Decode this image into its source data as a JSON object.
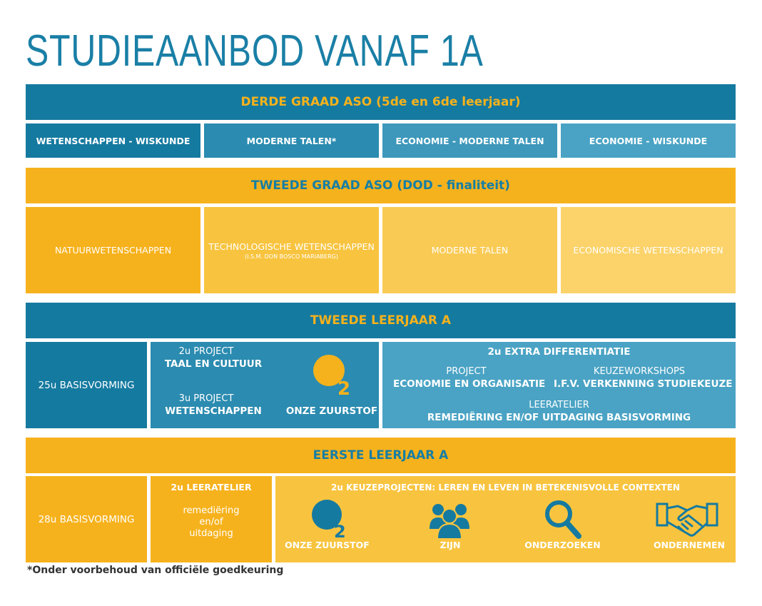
{
  "title": "STUDIEAANBOD VANAF 1A",
  "derde_graad": {
    "header": "DERDE GRAAD ASO (5de en 6de leerjaar)",
    "options": [
      "WETENSCHAPPEN - WISKUNDE",
      "MODERNE TALEN*",
      "ECONOMIE - MODERNE TALEN",
      "ECONOMIE - WISKUNDE"
    ]
  },
  "tweede_graad": {
    "header": "TWEEDE GRAAD ASO (DOD - finaliteit)",
    "options": [
      "NATUURWETENSCHAPPEN",
      "TECHNOLOGISCHE WETENSCHAPPEN",
      "MODERNE TALEN",
      "ECONOMISCHE WETENSCHAPPEN"
    ],
    "tech_note": "(I.S.M. DON BOSCO MARIABERG)"
  },
  "tweede_leerjaar": {
    "header": "TWEEDE LEERJAAR A",
    "basis": "25u BASISVORMING",
    "project1_hours": "2u PROJECT",
    "project1_name": "TAAL EN CULTUUR",
    "project2_hours": "3u PROJECT",
    "project2_name": "WETENSCHAPPEN",
    "zuurstof": "ONZE ZUURSTOF",
    "diff_header": "2u EXTRA DIFFERENTIATIE",
    "diff_project_label": "PROJECT",
    "diff_project_name": "ECONOMIE EN ORGANISATIE",
    "diff_keuze_label": "KEUZEWORKSHOPS",
    "diff_keuze_name": "I.F.V. VERKENNING STUDIEKEUZE",
    "diff_atelier_label": "LEERATELIER",
    "diff_atelier_name": "REMEDIËRING EN/OF UITDAGING BASISVORMING"
  },
  "eerste_leerjaar": {
    "header": "EERSTE LEERJAAR A",
    "basis": "28u BASISVORMING",
    "atelier_title": "2u LEERATELIER",
    "atelier_lines": [
      "remediëring",
      "en/of",
      "uitdaging"
    ],
    "keuze_header": "2u KEUZEPROJECTEN: LEREN EN LEVEN IN BETEKENISVOLLE CONTEXTEN",
    "icons": [
      {
        "label": "ONZE ZUURSTOF",
        "icon": "o2-bubble-icon"
      },
      {
        "label": "ZIJN",
        "icon": "people-group-icon"
      },
      {
        "label": "ONDERZOEKEN",
        "icon": "magnifier-icon"
      },
      {
        "label": "ONDERNEMEN",
        "icon": "handshake-icon"
      }
    ]
  },
  "footnote": "*Onder voorbehoud van officiële goedkeuring",
  "colors": {
    "blue_dark": "#157aa0",
    "blue_mid": "#2b8bb0",
    "blue_light": "#4aa3c4",
    "yellow_dark": "#f6b21c",
    "yellow_mid": "#f8c43f",
    "yellow_light": "#fbd36a"
  }
}
